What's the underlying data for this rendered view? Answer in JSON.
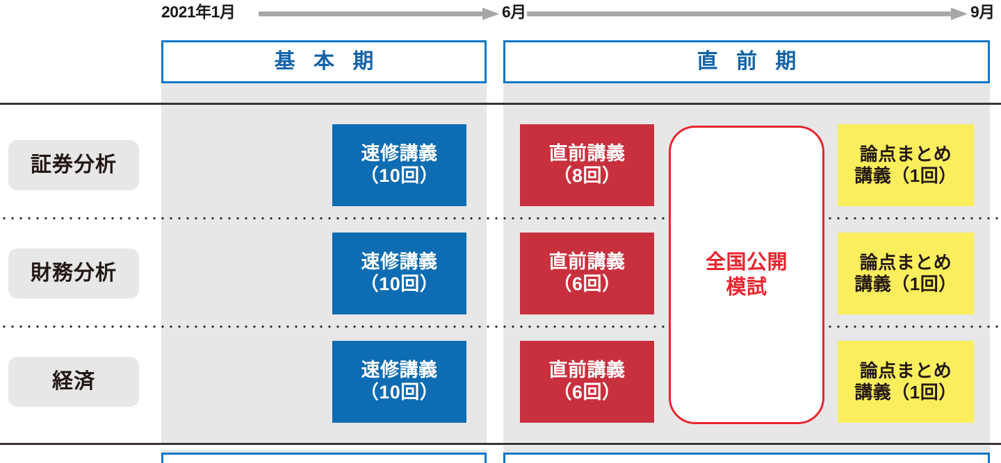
{
  "timeline": {
    "start_label": "2021年1月",
    "mid_label": "6月",
    "end_label": "9月",
    "arrow_color": "#a6a6a6"
  },
  "periods": [
    {
      "id": "basic",
      "label": "基 本 期",
      "border_color": "#1077c4",
      "text_color": "#1363a8"
    },
    {
      "id": "final",
      "label": "直 前 期",
      "border_color": "#1077c4",
      "text_color": "#1363a8"
    }
  ],
  "subjects": [
    {
      "label": "証券分析"
    },
    {
      "label": "財務分析"
    },
    {
      "label": "経済"
    }
  ],
  "courses": {
    "basic": [
      {
        "line1": "速修講義",
        "line2": "（10回）",
        "color": "#0d6cb2"
      },
      {
        "line1": "速修講義",
        "line2": "（10回）",
        "color": "#0d6cb2"
      },
      {
        "line1": "速修講義",
        "line2": "（10回）",
        "color": "#0d6cb2"
      }
    ],
    "final": [
      {
        "line1": "直前講義",
        "line2": "（8回）",
        "color": "#c8303d"
      },
      {
        "line1": "直前講義",
        "line2": "（6回）",
        "color": "#c8303d"
      },
      {
        "line1": "直前講義",
        "line2": "（6回）",
        "color": "#c8303d"
      }
    ],
    "summary": [
      {
        "line1": "論点まとめ",
        "line2": "講義（1回）",
        "color": "#faee5c"
      },
      {
        "line1": "論点まとめ",
        "line2": "講義（1回）",
        "color": "#faee5c"
      },
      {
        "line1": "論点まとめ",
        "line2": "講義（1回）",
        "color": "#faee5c"
      }
    ]
  },
  "mock_exam": {
    "line1": "全国公開",
    "line2": "模試",
    "border_color": "#e8242e",
    "text_color": "#e8242e"
  },
  "colors": {
    "band": "#e7e7e7",
    "rule": "#3b3330",
    "pill": "#e7e7e7",
    "blue": "#0d6cb2",
    "red": "#c8303d",
    "yellow": "#faee5c",
    "page_background": "#ffffff"
  }
}
